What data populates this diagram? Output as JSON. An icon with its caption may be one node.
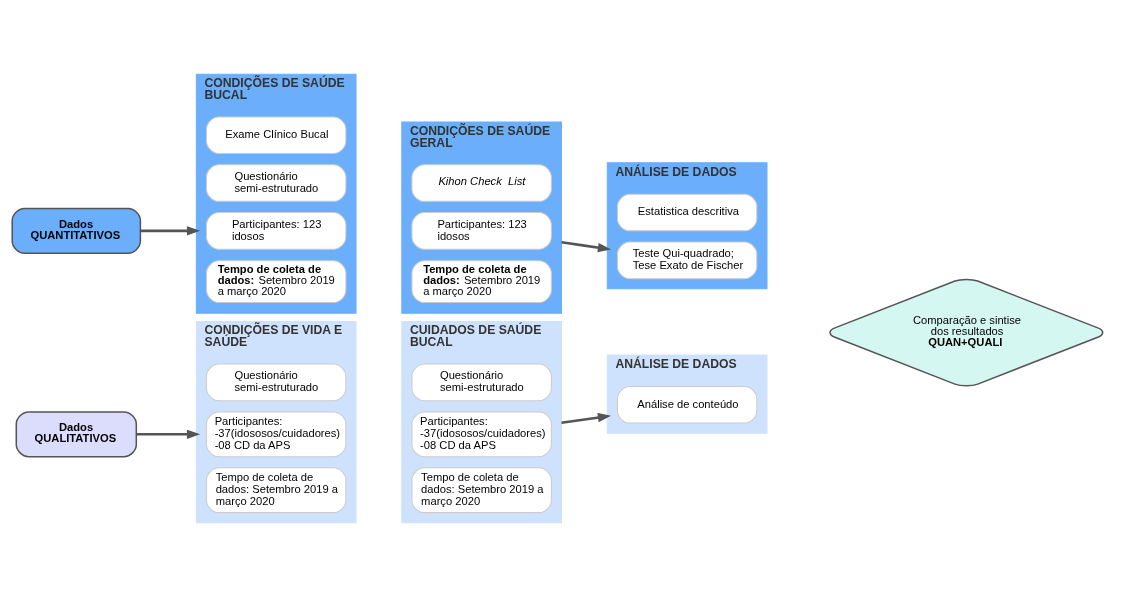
{
  "diagram": {
    "nodes": [
      {
        "text": [
          "Dados QUANTITATIVOS"
        ]
      },
      {
        "text": [
          "CONDIÇÕES DE SAÚDE BUCAL"
        ]
      },
      {
        "text": [
          "Exame Clínico Bucal"
        ],
        "in": 1
      },
      {
        "text": [
          "Questionário semi-estruturado"
        ],
        "in": 1
      },
      {
        "text": [
          "Participantes: 123 idosos"
        ],
        "in": 1
      },
      {
        "text": [
          "**Tempo de coleta de dados:** Setembro 2019 a março 2020"
        ],
        "in": 1
      },
      {
        "text": [
          "CONDIÇÕES DE SAÚDE GERAL"
        ]
      },
      {
        "text": [
          "Kihon Check  List"
        ],
        "in": 6
      },
      {
        "text": [
          "Participantes: 123 idosos"
        ],
        "in": 6
      },
      {
        "text": [
          "**Tempo de coleta de dados:** Setembro 2019 a março 2020"
        ],
        "in": 6
      },
      {
        "text": [
          "ANÁLISE DE DADOS"
        ]
      },
      {
        "text": [
          "Estatistica descritiva"
        ],
        "in": 10
      },
      {
        "text": [
          "Teste Qui-quadrado; Tese Exato de Fischer"
        ],
        "in": 10
      },
      {
        "text": [
          "Dados QUALITATIVOS"
        ]
      },
      {
        "text": [
          "CONDIÇÕES DE VIDA E SAÚDE"
        ]
      },
      {
        "text": [
          "Questionário semi-estruturado"
        ],
        "in": 14
      },
      {
        "text": [
          "Participantes: -37(idososos/cuidadores) -08 CD da APS"
        ],
        "in": 14
      },
      {
        "text": [
          "Tempo de coleta de dados: Setembro 2019 a março 2020"
        ],
        "in": 14
      },
      {
        "text": [
          "CUIDADOS DE SAÚDE BUCAL"
        ]
      },
      {
        "text": [
          "Questionário semi-estruturado"
        ],
        "in": 18
      },
      {
        "text": [
          "Participantes: -37(idososos/cuidadores) -08 CD da APS"
        ],
        "in": 18
      },
      {
        "text": [
          "Tempo de coleta de dados: Setembro 2019 a março 2020"
        ],
        "in": 18
      },
      {
        "text": [
          "ANÁLISE DE DADOS"
        ]
      },
      {
        "text": [
          "Análise de conteúdo"
        ],
        "in": 22
      },
      {
        "text": [
          "Comparação e sintise dos resultados **QUAN+QUALI**"
        ]
      }
    ],
    "edges": [
      {
        "from": 0,
        "to": 1,
        "arrow": "to"
      },
      {
        "from": 6,
        "to": 10,
        "arrow": "to"
      },
      {
        "from": 13,
        "to": 14,
        "arrow": "to"
      },
      {
        "from": 18,
        "to": 22,
        "arrow": "to"
      }
    ]
  }
}
